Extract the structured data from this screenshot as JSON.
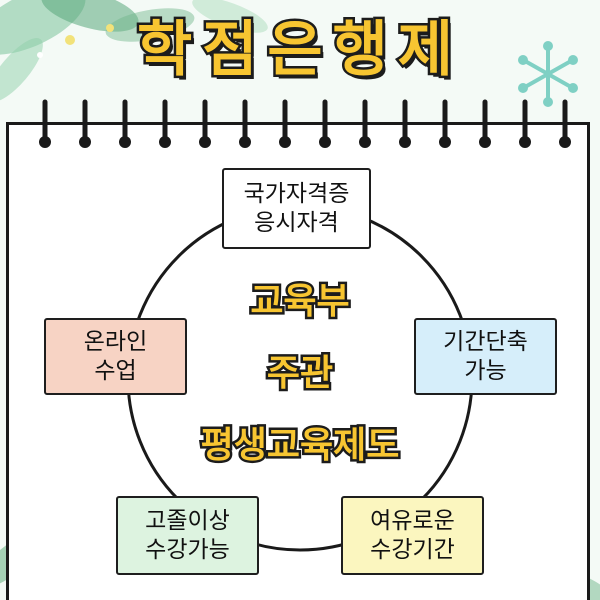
{
  "title": "학점은행제",
  "center": {
    "line1": "교육부",
    "line2": "주관",
    "line3": "평생교육제도"
  },
  "boxes": {
    "top": {
      "line1": "국가자격증",
      "line2": "응시자격",
      "color": "#ffffff"
    },
    "left": {
      "line1": "온라인",
      "line2": "수업",
      "color": "#f7d3c4"
    },
    "right": {
      "line1": "기간단축",
      "line2": "가능",
      "color": "#d6eefa"
    },
    "bottom_left": {
      "line1": "고졸이상",
      "line2": "수강가능",
      "color": "#ddf3e0"
    },
    "bottom_right": {
      "line1": "여유로운",
      "line2": "수강기간",
      "color": "#fbf6bf"
    }
  },
  "colors": {
    "title_fill": "#f7c531",
    "outline": "#1c1c1c",
    "leaf_green": "#6fb58a",
    "snowflake": "#7fd0c4"
  },
  "icons": [
    "leaf-cluster-icon",
    "snowflake-icon",
    "binder-ring-icon"
  ]
}
